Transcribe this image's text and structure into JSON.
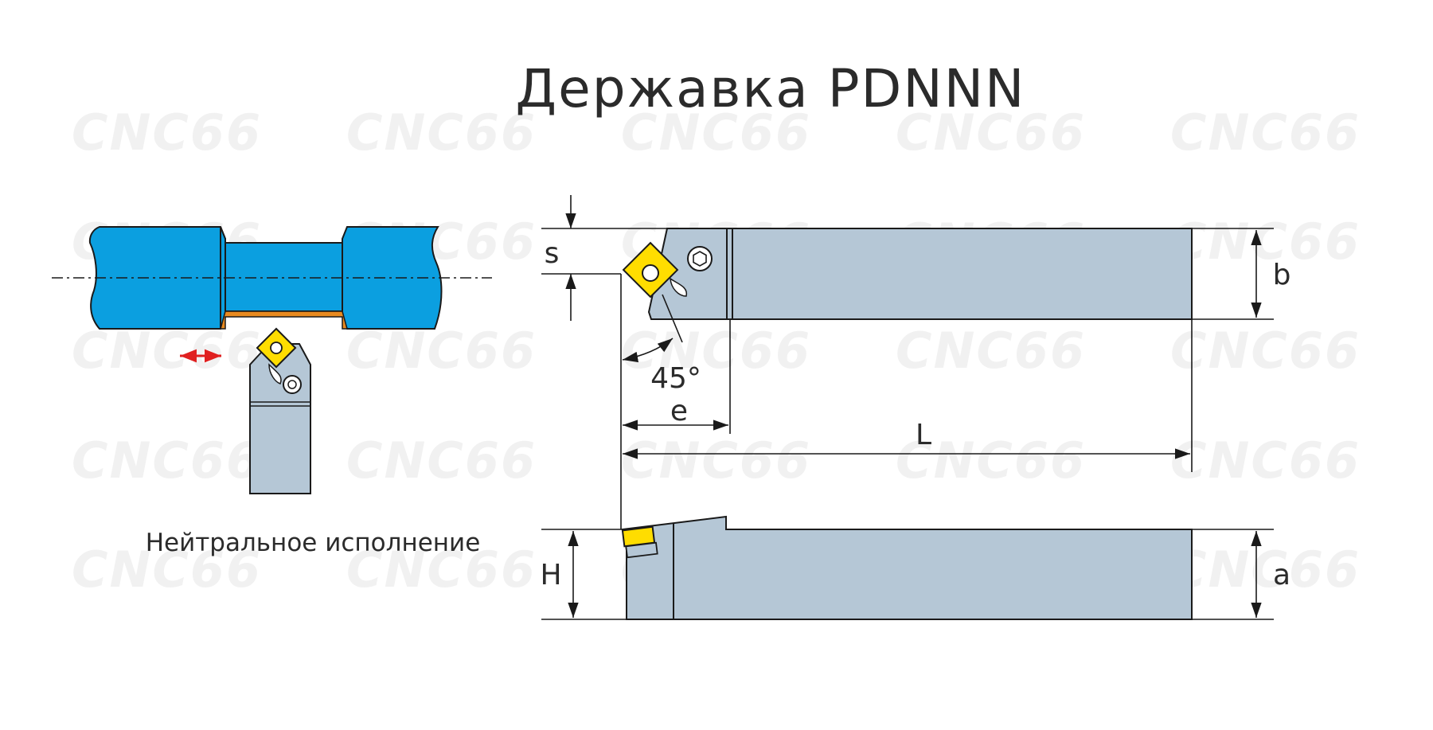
{
  "title": "Державка PDNNN",
  "caption": "Нейтральное исполнение",
  "watermark": "CNC66",
  "dimensions": {
    "s": "s",
    "b": "b",
    "angle": "45°",
    "e": "e",
    "L": "L",
    "H": "H",
    "a": "a"
  },
  "colors": {
    "holder": "#b5c7d6",
    "insert": "#ffdd00",
    "workpiece": "#0b9fe0",
    "machined_surface": "#e98a1f",
    "feed_arrow": "#e02020",
    "text": "#2b2b2b"
  }
}
